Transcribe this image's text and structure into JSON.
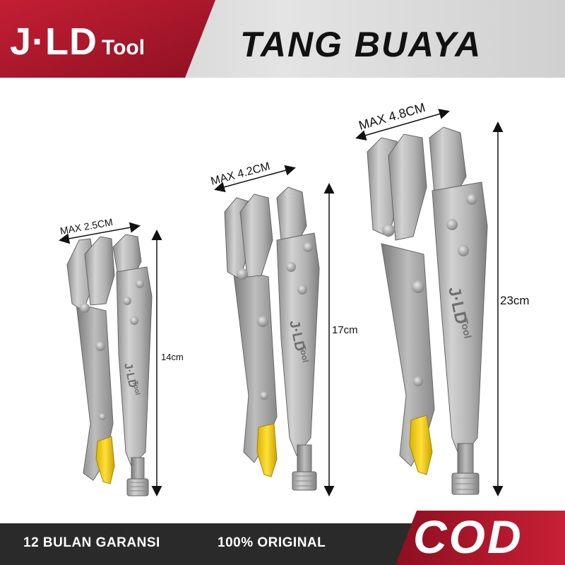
{
  "header": {
    "brand_main": "J·LD",
    "brand_sub": "Tool",
    "title": "TANG BUAYA"
  },
  "products": [
    {
      "jaw_label": "MAX 2.5CM",
      "length_label": "14cm"
    },
    {
      "jaw_label": "MAX 4.2CM",
      "length_label": "17cm"
    },
    {
      "jaw_label": "MAX 4.8CM",
      "length_label": "23cm"
    }
  ],
  "engraving": {
    "main": "J·LD",
    "sub": "Tool"
  },
  "footer": {
    "warranty": "12 BULAN GARANSI",
    "original": "100% ORIGINAL",
    "cod": "COD"
  },
  "colors": {
    "brand_red": "#b3182d",
    "header_gray": "#d6d6d6",
    "tool_silver": "#b5b5b5",
    "grip_yellow": "#f1cf1c"
  }
}
